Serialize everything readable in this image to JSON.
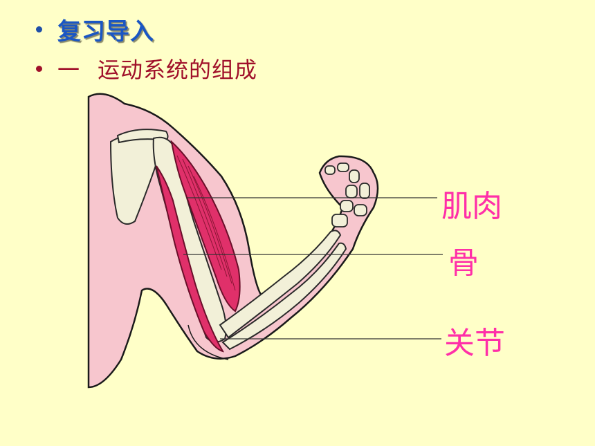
{
  "bullets": [
    {
      "text": "复习导入"
    },
    {
      "dash": "一",
      "text": "运动系统的组成"
    }
  ],
  "labels": {
    "muscle": "肌肉",
    "bone": "骨",
    "joint": "关节"
  },
  "colors": {
    "background": "#FFFFC8",
    "title_blue": "#1A56C4",
    "subtitle_red": "#A0102A",
    "label_pink": "#FF2FA8",
    "skin": "#F7C6CE",
    "muscle": "#E0306A",
    "bone": "#F2F0D8"
  }
}
